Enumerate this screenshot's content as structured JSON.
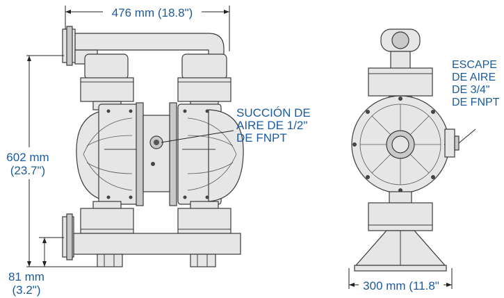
{
  "dimensions": {
    "width_front": "476 mm (18.8\")",
    "height_mm": "602 mm",
    "height_in": "(23.7\")",
    "inlet_mm": "81 mm",
    "inlet_in": "(3.2\")",
    "width_side": "300 mm (11.8\""
  },
  "callouts": {
    "air_inlet": [
      "SUCCIÓN DE",
      "AIRE DE 1/2\"",
      "DE FNPT"
    ],
    "air_exhaust": [
      "ESCAPE",
      "DE AIRE",
      "DE 3/4\"",
      "DE FNPT"
    ]
  },
  "colors": {
    "label": "#1a5a9c",
    "part_fill": "#e6e6e6",
    "outline": "#3a3a3a"
  }
}
